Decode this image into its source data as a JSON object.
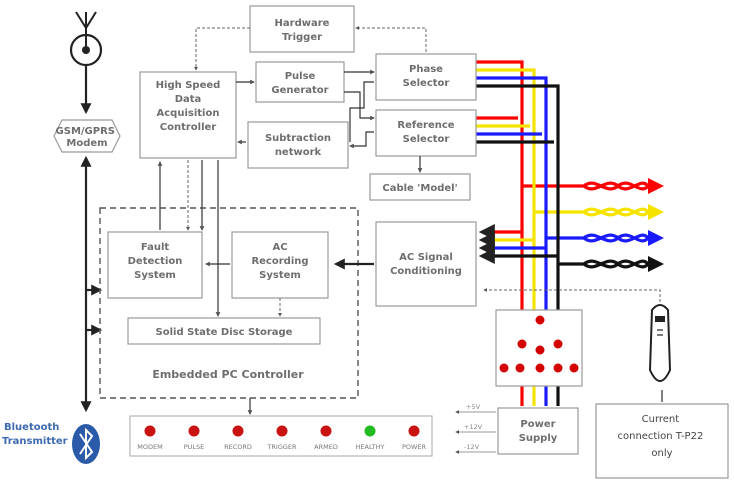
{
  "blocks": {
    "hardware_trigger": [
      "Hardware",
      "Trigger"
    ],
    "high_speed": [
      "High Speed",
      "Data",
      "Acquisition",
      "Controller"
    ],
    "pulse_generator": [
      "Pulse",
      "Generator"
    ],
    "phase_selector": [
      "Phase",
      "Selector"
    ],
    "subtraction": [
      "Subtraction",
      "network"
    ],
    "reference_selector": [
      "Reference",
      "Selector"
    ],
    "cable_model": [
      "Cable 'Model'"
    ],
    "gsm_modem": [
      "GSM/GPRS",
      "Modem"
    ],
    "fault_detection": [
      "Fault",
      "Detection",
      "System"
    ],
    "ac_recording": [
      "AC",
      "Recording",
      "System"
    ],
    "ac_signal": [
      "AC Signal",
      "Conditioning"
    ],
    "ssd": [
      "Solid State Disc Storage"
    ],
    "embedded_pc": [
      "Embedded PC Controller"
    ],
    "power_supply": [
      "Power",
      "Supply"
    ],
    "current_connection": [
      "Current",
      "connection T-P22",
      "only"
    ],
    "bluetooth": [
      "Bluetooth",
      "Transmitter"
    ]
  },
  "led_panel": [
    {
      "label": "MODEM",
      "color": "#cc1111"
    },
    {
      "label": "PULSE",
      "color": "#cc1111"
    },
    {
      "label": "RECORD",
      "color": "#cc1111"
    },
    {
      "label": "TRIGGER",
      "color": "#cc1111"
    },
    {
      "label": "ARMED",
      "color": "#cc1111"
    },
    {
      "label": "HEALTHY",
      "color": "#22bb22"
    },
    {
      "label": "POWER",
      "color": "#cc1111"
    }
  ],
  "voltages": [
    "+5V",
    "+12V",
    "-12V"
  ],
  "phase_colors": [
    "#ff0000",
    "#f5e400",
    "#1a1aff",
    "#111111"
  ],
  "colors": {
    "box_border": "#9a9a9a",
    "box_text": "#6e6e6e",
    "bluetooth": "#2a5aa8",
    "led_red": "#cc1111",
    "led_green": "#22bb22"
  }
}
